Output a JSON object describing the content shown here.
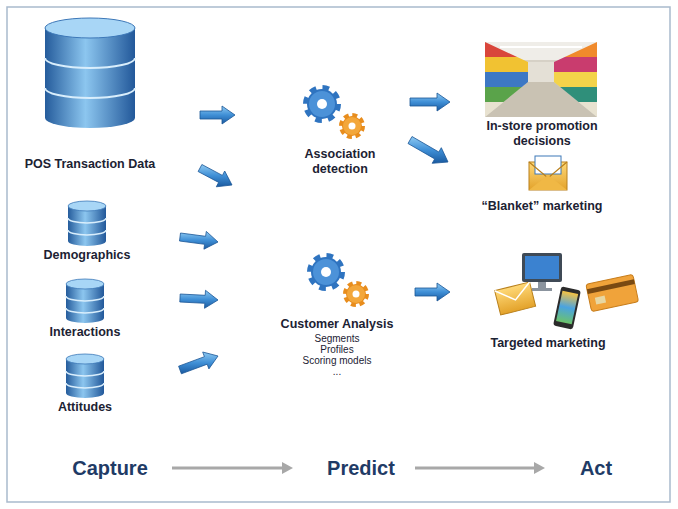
{
  "diagram": {
    "nodes": [
      {
        "text": [
          "POS Transaction Data"
        ]
      },
      {
        "text": [
          "Demographics"
        ]
      },
      {
        "text": [
          "Interactions"
        ]
      },
      {
        "text": [
          "Attitudes"
        ]
      },
      {
        "text": [
          "Association detection"
        ]
      },
      {
        "text": [
          "Customer Analysis",
          "Segments",
          "Profiles",
          "Scoring models",
          "..."
        ]
      },
      {
        "text": [
          "In-store promotion decisions"
        ]
      },
      {
        "text": [
          "“Blanket” marketing"
        ]
      },
      {
        "text": [
          "Targeted marketing"
        ]
      }
    ],
    "edges": [
      {
        "from": 0,
        "to": 4,
        "arrow": "to"
      },
      {
        "from": 0,
        "to": 5,
        "arrow": "to"
      },
      {
        "from": 1,
        "to": 5,
        "arrow": "to"
      },
      {
        "from": 2,
        "to": 5,
        "arrow": "to"
      },
      {
        "from": 3,
        "to": 5,
        "arrow": "to"
      },
      {
        "from": 4,
        "to": 6,
        "arrow": "to"
      },
      {
        "from": 4,
        "to": 7,
        "arrow": "to"
      },
      {
        "from": 5,
        "to": 8,
        "arrow": "to"
      }
    ],
    "labels": [
      "Capture",
      "Predict",
      "Act"
    ]
  }
}
